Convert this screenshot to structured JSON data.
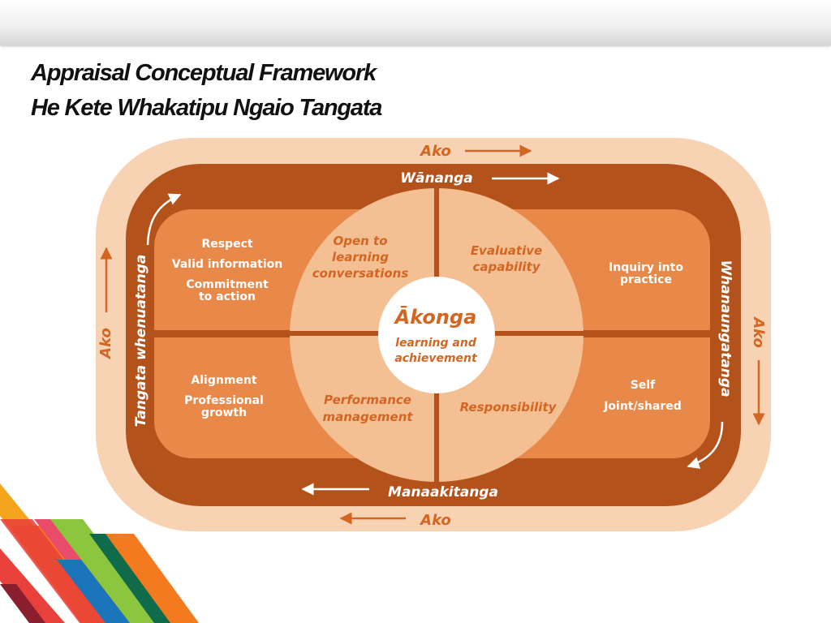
{
  "slide": {
    "title_line1": "Appraisal Conceptual Framework",
    "title_line2": "He Kete Whakatipu Ngaio Tangata"
  },
  "colors": {
    "outer_band": "#f8d3b3",
    "middle_band": "#b4521b",
    "inner_panel": "#e8894a",
    "circle": "#f5bf94",
    "center": "#ffffff",
    "text_orange": "#d26622"
  },
  "diagram": {
    "outer_ring": {
      "top": "Ako",
      "bottom": "Ako",
      "left": "Ako",
      "right": "Ako"
    },
    "middle_ring": {
      "top": "Wānanga",
      "bottom": "Manaakitanga",
      "left": "Tangata whenuatanga",
      "right": "Whanaungatanga"
    },
    "panels": {
      "top_left": [
        "Respect",
        "Valid information",
        "Commitment",
        "to action"
      ],
      "bottom_left": [
        "Alignment",
        "Professional",
        "growth"
      ],
      "top_right": [
        "Inquiry into",
        "practice"
      ],
      "bottom_right": [
        "Self",
        "Joint/shared"
      ]
    },
    "quadrants": {
      "top_left": [
        "Open to",
        "learning",
        "conversations"
      ],
      "top_right": [
        "Evaluative",
        "capability"
      ],
      "bottom_left": [
        "Performance",
        "management"
      ],
      "bottom_right": [
        "Responsibility"
      ]
    },
    "center": {
      "title": "Ākonga",
      "subtitle_line1": "learning and",
      "subtitle_line2": "achievement"
    }
  }
}
